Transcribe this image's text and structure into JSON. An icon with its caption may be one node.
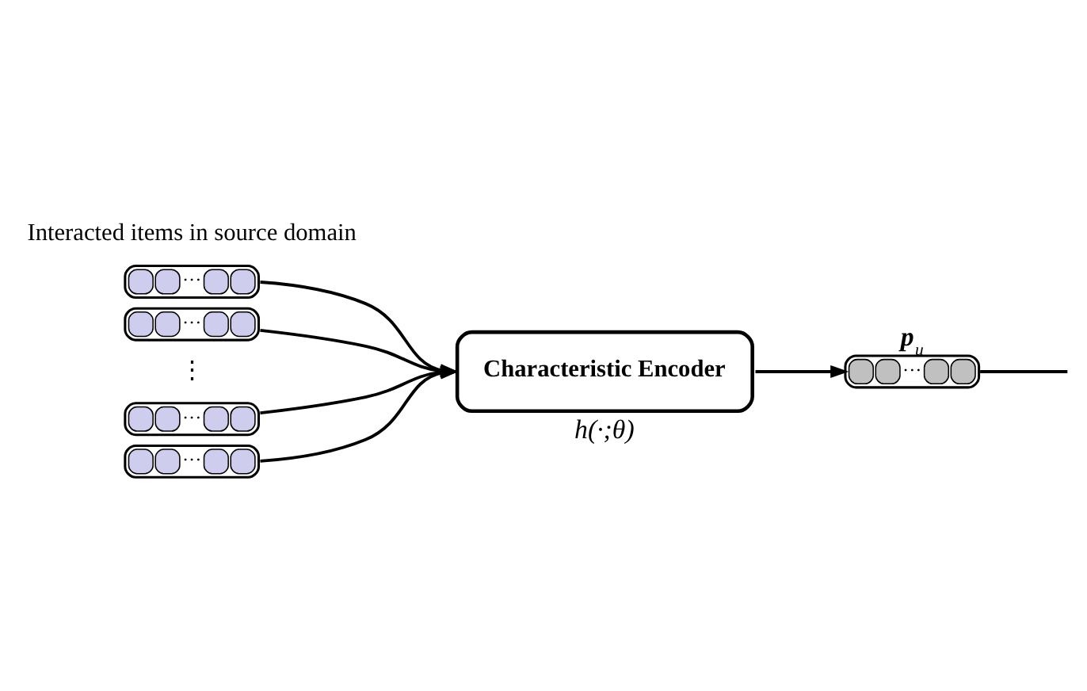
{
  "diagram": {
    "nodes": [
      {
        "text": [
          "**p**$_{u}$",
          "···"
        ]
      },
      {
        "text": [
          "···"
        ]
      },
      {
        "text": [
          "···"
        ]
      },
      {
        "text": [
          "···"
        ]
      },
      {
        "text": [
          "···"
        ]
      },
      {
        "text": [
          "Characteristic Encoder"
        ],
        "beside": [
          "h(·;θ)"
        ]
      }
    ],
    "edges": [
      {
        "from": 1,
        "to": 5,
        "arrow": "to"
      },
      {
        "from": 2,
        "to": 5,
        "arrow": "to"
      },
      {
        "from": 3,
        "to": 5,
        "arrow": "to"
      },
      {
        "from": 4,
        "to": 5,
        "arrow": "to"
      },
      {
        "from": 5,
        "to": 0,
        "arrow": "to"
      },
      {
        "from": 0,
        "to": null,
        "arrow": "none"
      }
    ],
    "labels": [
      "Interacted items in source domain",
      "⋮"
    ]
  }
}
